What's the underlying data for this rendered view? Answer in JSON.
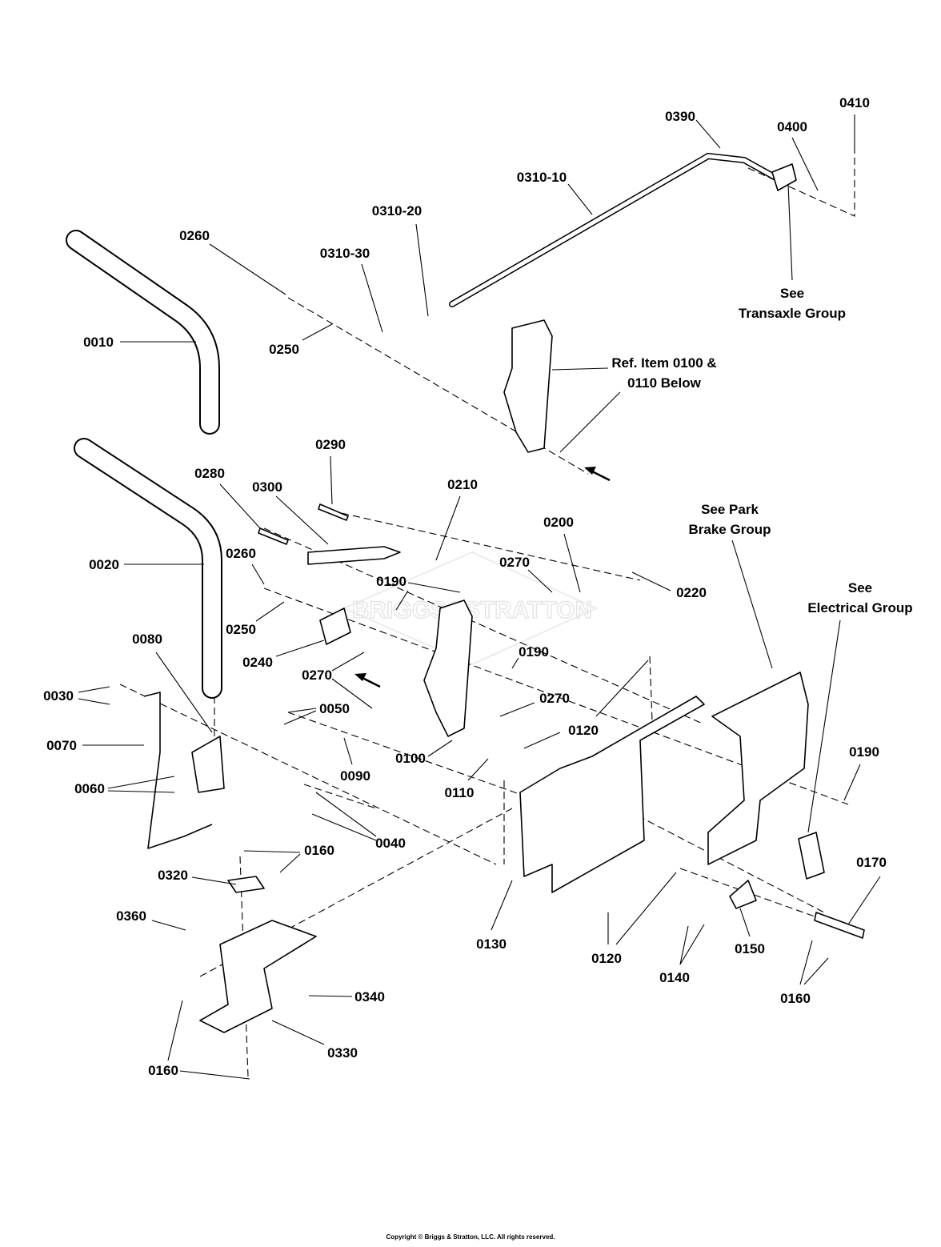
{
  "watermark": "BRIGGS&STRATTON",
  "labels": [
    "0410",
    "0390",
    "0400",
    "0310-10",
    "0310-20",
    "0260",
    "0310-30",
    "See",
    "Transaxle Group",
    "0010",
    "0250",
    "Ref. Item 0100 &",
    "0110 Below",
    "0290",
    "0210",
    "0280",
    "0300",
    "See Park",
    "Brake Group",
    "0200",
    "0020",
    "0260",
    "0270",
    "0190",
    "0220",
    "See",
    "Electrical Group",
    "0250",
    "0080",
    "0240",
    "0190",
    "0270",
    "0030",
    "0050",
    "0270",
    "0120",
    "0070",
    "0190",
    "0100",
    "0090",
    "0060",
    "0110",
    "0040",
    "0160",
    "0170",
    "0320",
    "0360",
    "0130",
    "0150",
    "0120",
    "0140",
    "0160",
    "0340",
    "0330",
    "0160"
  ],
  "copyright": "Copyright © Briggs & Stratton, LLC. All rights reserved."
}
